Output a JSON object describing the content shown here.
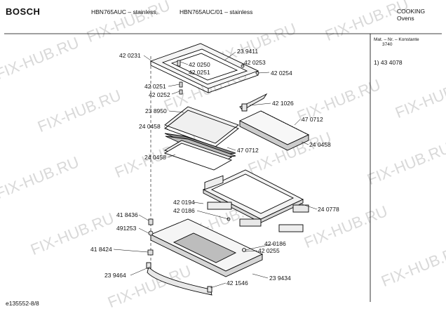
{
  "header": {
    "brand": "BOSCH",
    "model_1": "HBN765AUC – stainless,",
    "model_2": "HBN765AUC/01 – stainless",
    "category": "COOKING",
    "subcategory": "Ovens"
  },
  "side_panel": {
    "heading": "Mat. – Nr. – Konstante",
    "code": "3740",
    "entry": "1) 43 4078"
  },
  "watermark": "FIX-HUB.RU",
  "footer": {
    "drawing_id": "e135552-8/8"
  },
  "parts": {
    "p420231": "42 0231",
    "p239411": "23 9411",
    "p420250": "42 0250",
    "p420253": "42 0253",
    "p420251a": "42 0251",
    "p420254": "42 0254",
    "p420251b": "42 0251",
    "p420252": "42 0252",
    "p421026": "42 1026",
    "p238950": "23 8950",
    "p470712a": "47 0712",
    "p240458a": "24 0458",
    "p470712b": "47 0712",
    "p240458b": "24 0458",
    "p240458c": "24 0458",
    "p420194": "42 0194",
    "p240778": "24 0778",
    "p418436": "41 8436",
    "p420186a": "42 0186",
    "p491253": "491253",
    "p420186b": "42 0186",
    "p418424": "41 8424",
    "p420255": "42 0255",
    "p239464": "23 9464",
    "p421546": "42 1546",
    "p239434": "23 9434"
  }
}
